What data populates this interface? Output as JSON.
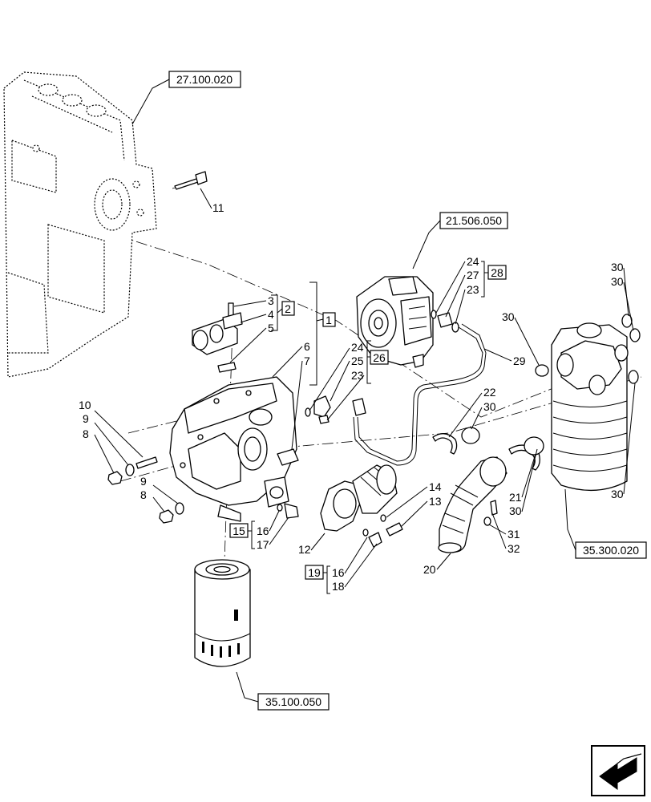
{
  "refs": {
    "engine": "27.100.020",
    "pump": "21.506.050",
    "filter_large": "35.300.020",
    "filter_small": "35.100.050"
  },
  "groups": {
    "g1": "1",
    "g2": "2",
    "g15": "15",
    "g19": "19",
    "g26": "26",
    "g28": "28"
  },
  "callouts": {
    "c3": "3",
    "c4": "4",
    "c5": "5",
    "c6": "6",
    "c7": "7",
    "c8a": "8",
    "c8b": "8",
    "c9a": "9",
    "c9b": "9",
    "c10": "10",
    "c11": "11",
    "c12": "12",
    "c13": "13",
    "c14": "14",
    "c16a": "16",
    "c16b": "16",
    "c17": "17",
    "c18": "18",
    "c20": "20",
    "c21": "21",
    "c22": "22",
    "c23a": "23",
    "c23b": "23",
    "c24a": "24",
    "c24b": "24",
    "c25": "25",
    "c27": "27",
    "c29": "29",
    "c30a": "30",
    "c30b": "30",
    "c30c": "30",
    "c30d": "30",
    "c30e": "30",
    "c30f": "30",
    "c31": "31",
    "c32": "32"
  },
  "icons": {
    "nav": "next-page-arrow-icon"
  }
}
